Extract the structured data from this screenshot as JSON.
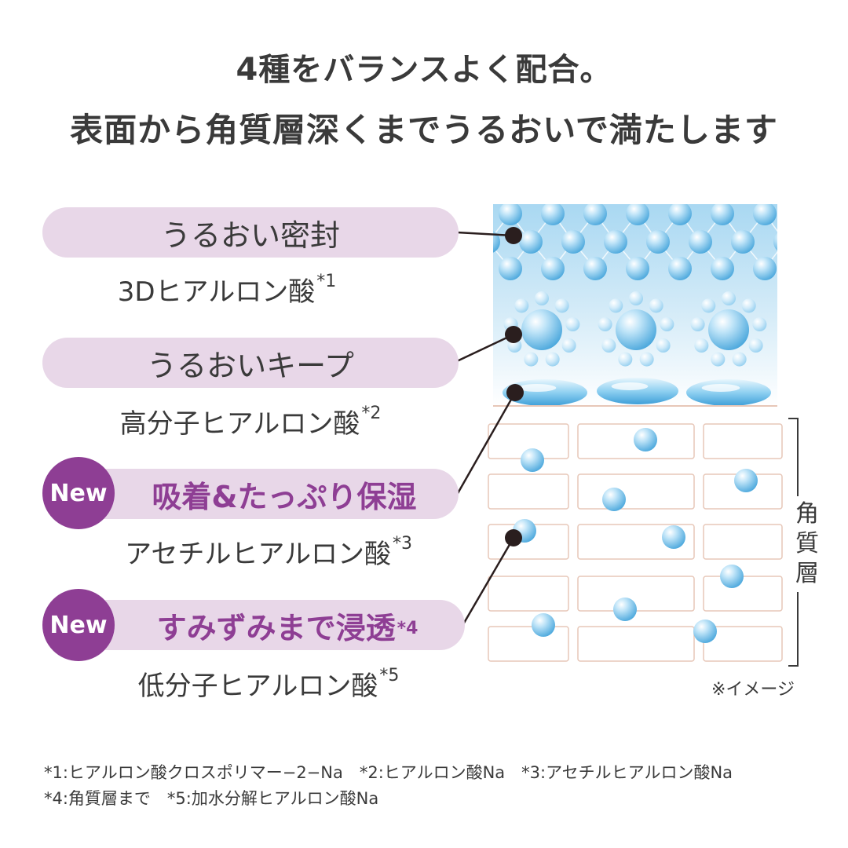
{
  "headline": {
    "line1": "4種をバランスよく配合。",
    "line2": "表面から角質層深くまでうるおいで満たします"
  },
  "items": [
    {
      "label": "うるおい密封",
      "label_sup": "",
      "is_new": false,
      "ingredient": "3Dヒアルロン酸",
      "ingredient_sup": "*1"
    },
    {
      "label": "うるおいキープ",
      "label_sup": "",
      "is_new": false,
      "ingredient": "高分子ヒアルロン酸",
      "ingredient_sup": "*2"
    },
    {
      "label": "吸着&たっぷり保湿",
      "label_sup": "",
      "is_new": true,
      "ingredient": "アセチルヒアルロン酸",
      "ingredient_sup": "*3"
    },
    {
      "label": "すみずみまで浸透",
      "label_sup": "*4",
      "is_new": true,
      "ingredient": "低分子ヒアルロン酸",
      "ingredient_sup": "*5"
    }
  ],
  "new_badge": "New",
  "bracket_label": "角\n質\n層",
  "image_note": "※イメージ",
  "footnotes": {
    "line1": "*1:ヒアルロン酸クロスポリマー−2−Na　*2:ヒアルロン酸Na　*3:アセチルヒアルロン酸Na",
    "line2": "*4:角質層まで　*5:加水分解ヒアルロン酸Na"
  },
  "colors": {
    "pill_bg": "#e8d7e8",
    "accent_purple": "#8e3e94",
    "text": "#3a3a3a",
    "water_blue": "#7cc2ea",
    "cell_border": "#e7c7b8"
  }
}
